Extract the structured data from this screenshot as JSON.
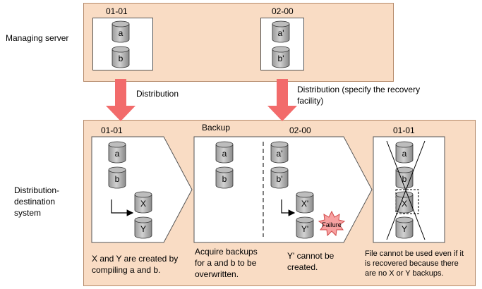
{
  "managing_server": {
    "label": "Managing server",
    "box1": {
      "version": "01-01",
      "files": [
        "a",
        "b"
      ]
    },
    "box2": {
      "version": "02-00",
      "files": [
        "a'",
        "b'"
      ]
    }
  },
  "arrows": {
    "distribution": "Distribution",
    "distribution_recovery_line1": "Distribution (specify the recovery",
    "distribution_recovery_line2": "facility)"
  },
  "destination": {
    "label_line1": "Distribution-",
    "label_line2": "destination",
    "label_line3": "system",
    "panel1": {
      "version": "01-01",
      "files": [
        "a",
        "b",
        "X",
        "Y"
      ],
      "caption_line1": "X and Y are created by",
      "caption_line2": "compiling a and b."
    },
    "panel2": {
      "title": "Backup",
      "version": "02-00",
      "backup_files": [
        "a",
        "b"
      ],
      "files": [
        "a'",
        "b'",
        "X'",
        "Y'"
      ],
      "failure": "Failure",
      "caption_left_line1": "Acquire backups",
      "caption_left_line2": "for a and b to be",
      "caption_left_line3": "overwritten.",
      "caption_right_line1": "Y' cannot be",
      "caption_right_line2": "created."
    },
    "panel3": {
      "version": "01-01",
      "files": [
        "a",
        "b",
        "X",
        "Y"
      ],
      "caption_line1": "File cannot be used even if it",
      "caption_line2": "is recovered because there",
      "caption_line3": "are no X or Y backups."
    }
  },
  "colors": {
    "zone_fill": "#f9dcc4",
    "arrow": "#f26b6b",
    "failure_burst": "#f7a1a1"
  }
}
